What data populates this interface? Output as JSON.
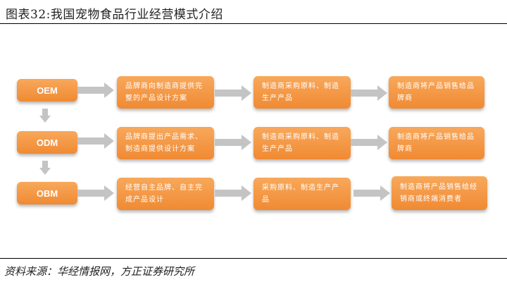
{
  "title": "图表32:我国宠物食品行业经营模式介绍",
  "rows": [
    {
      "model": "OEM",
      "steps": [
        "品牌商向制造商提供完整的产品设计方案",
        "制造商采购原料、制造生产产品",
        "制造商将产品销售给品牌商"
      ]
    },
    {
      "model": "ODM",
      "steps": [
        "品牌商提出产品需求、制造商提供设计方案",
        "制造商采购原料、制造生产产品",
        "制造商将产品销售给品牌商"
      ]
    },
    {
      "model": "OBM",
      "steps": [
        "经营自主品牌、自主完成产品设计",
        "采购原料、制造生产产品",
        "制造商将产品销售给经销商或终端消费者"
      ]
    }
  ],
  "source": "资料来源：华经情报网，方正证券研究所",
  "colors": {
    "box_top": "#f8a85b",
    "box_bottom": "#f08a33",
    "arrow": "#c4c4c4"
  }
}
